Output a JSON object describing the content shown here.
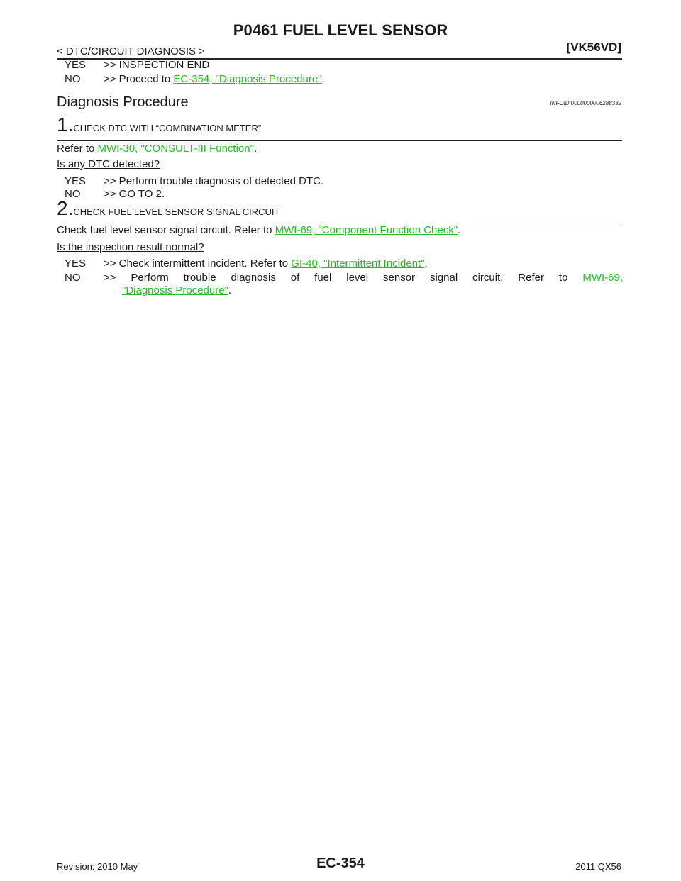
{
  "header": {
    "title": "P0461 FUEL LEVEL SENSOR",
    "section": "< DTC/CIRCUIT DIAGNOSIS >",
    "engine_code": "[VK56VD]"
  },
  "top_answers": {
    "yes_tag": "YES",
    "yes_text": ">> INSPECTION END",
    "no_tag": "NO",
    "no_prefix": ">> Proceed to ",
    "no_link": "EC-354, \"Diagnosis Procedure\"",
    "no_suffix": "."
  },
  "diagnosis": {
    "heading": "Diagnosis Procedure",
    "infoid": "INFOID:0000000006288332"
  },
  "step1": {
    "number": "1.",
    "title": "CHECK DTC WITH “COMBINATION METER”",
    "refer_prefix": "Refer to ",
    "refer_link": "MWI-30, \"CONSULT-III Function\"",
    "refer_suffix": ".",
    "question": "Is any DTC detected?",
    "yes_tag": "YES",
    "yes_text": ">> Perform trouble diagnosis of detected DTC.",
    "no_tag": "NO",
    "no_text": ">> GO TO 2."
  },
  "step2": {
    "number": "2.",
    "title": "CHECK FUEL LEVEL SENSOR SIGNAL CIRCUIT",
    "body_prefix": "Check fuel level sensor signal circuit. Refer to ",
    "body_link": "MWI-69, \"Component Function Check\"",
    "body_suffix": ".",
    "question": "Is the inspection result normal?",
    "yes_tag": "YES",
    "yes_prefix": ">> Check intermittent incident. Refer to ",
    "yes_link": "GI-40, \"Intermittent Incident\"",
    "yes_suffix": ".",
    "no_tag": "NO",
    "no_line1_text": ">> Perform trouble diagnosis of fuel level sensor signal circuit. Refer to ",
    "no_line1_link": "MWI-69,",
    "no_line2_link": "\"Diagnosis Procedure\"",
    "no_line2_suffix": "."
  },
  "footer": {
    "page": "EC-354",
    "revision": "Revision: 2010 May",
    "model": "2011 QX56"
  }
}
